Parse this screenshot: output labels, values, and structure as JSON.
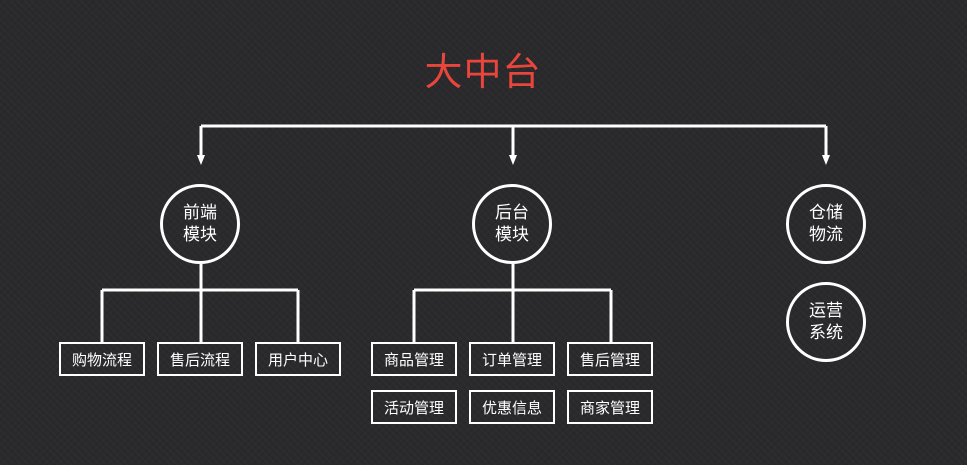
{
  "title": "大中台",
  "title_color": "#e8453c",
  "line_color": "#ffffff",
  "modules": {
    "frontend": {
      "line1": "前端",
      "line2": "模块",
      "children": [
        "购物流程",
        "售后流程",
        "用户中心"
      ]
    },
    "backend": {
      "line1": "后台",
      "line2": "模块",
      "children": [
        "商品管理",
        "订单管理",
        "售后管理",
        "活动管理",
        "优惠信息",
        "商家管理"
      ]
    },
    "warehouse": {
      "line1": "仓储",
      "line2": "物流"
    },
    "operations": {
      "line1": "运营",
      "line2": "系统"
    }
  }
}
